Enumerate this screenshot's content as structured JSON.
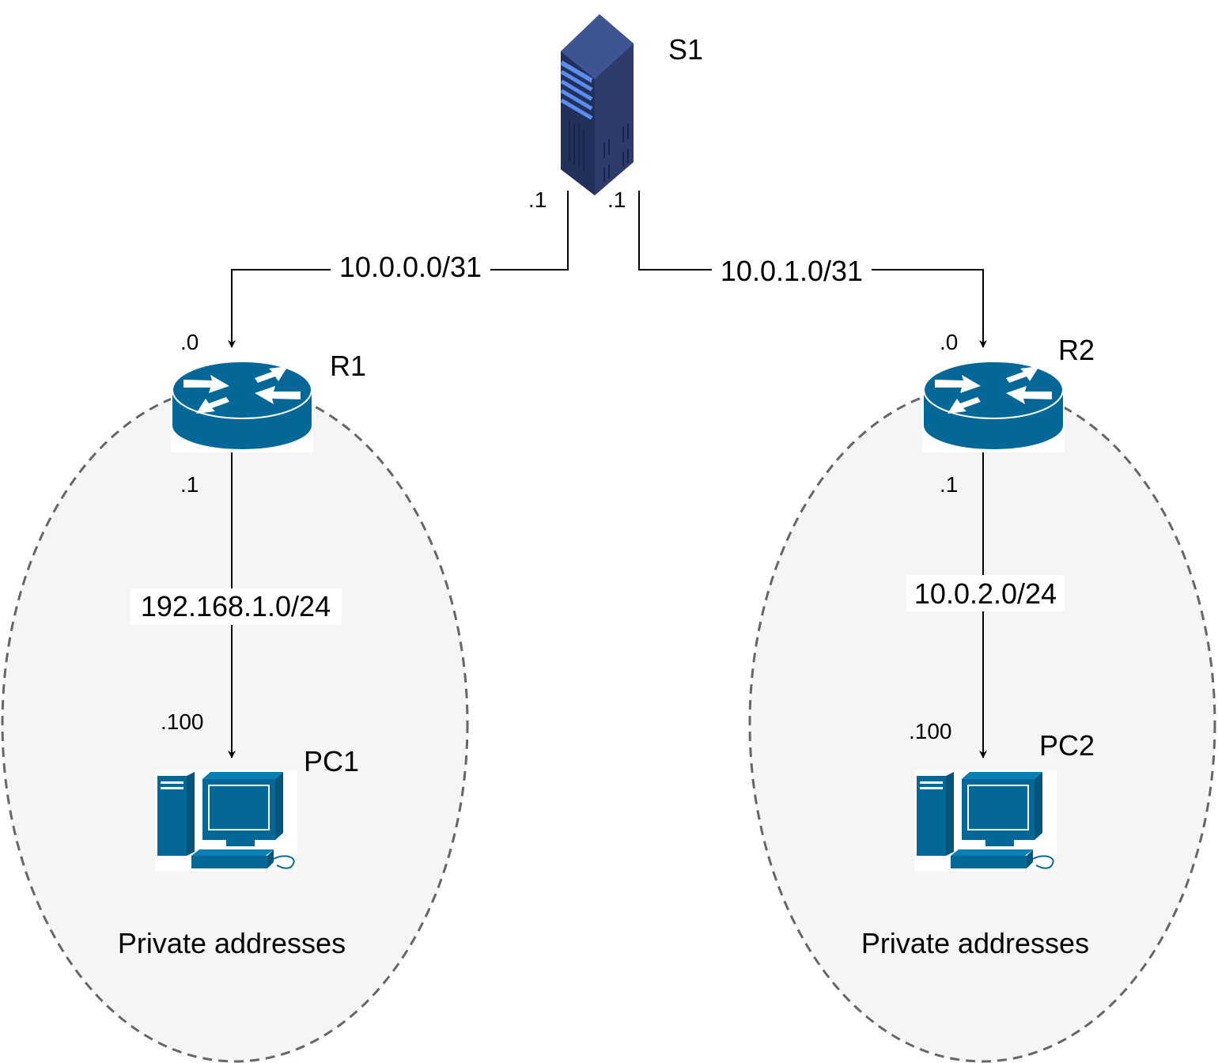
{
  "nodes": {
    "s1": {
      "label": "S1"
    },
    "r1": {
      "label": "R1"
    },
    "r2": {
      "label": "R2"
    },
    "pc1": {
      "label": "PC1"
    },
    "pc2": {
      "label": "PC2"
    }
  },
  "links": {
    "s1_r1": {
      "network": "10.0.0.0/31",
      "s1_host": ".1",
      "r1_host": ".0"
    },
    "s1_r2": {
      "network": "10.0.1.0/31",
      "s1_host": ".1",
      "r2_host": ".0"
    },
    "r1_pc1": {
      "network": "192.168.1.0/24",
      "r1_host": ".1",
      "pc1_host": ".100"
    },
    "r2_pc2": {
      "network": "10.0.2.0/24",
      "r2_host": ".1",
      "pc2_host": ".100"
    }
  },
  "zones": {
    "left": {
      "label": "Private addresses"
    },
    "right": {
      "label": "Private addresses"
    }
  },
  "colors": {
    "device_blue": "#036897",
    "server_dark": "#2d3b6b",
    "server_light": "#3e5493",
    "server_led": "#5b8def",
    "zone_fill": "#f5f5f5",
    "zone_stroke": "#666666"
  }
}
